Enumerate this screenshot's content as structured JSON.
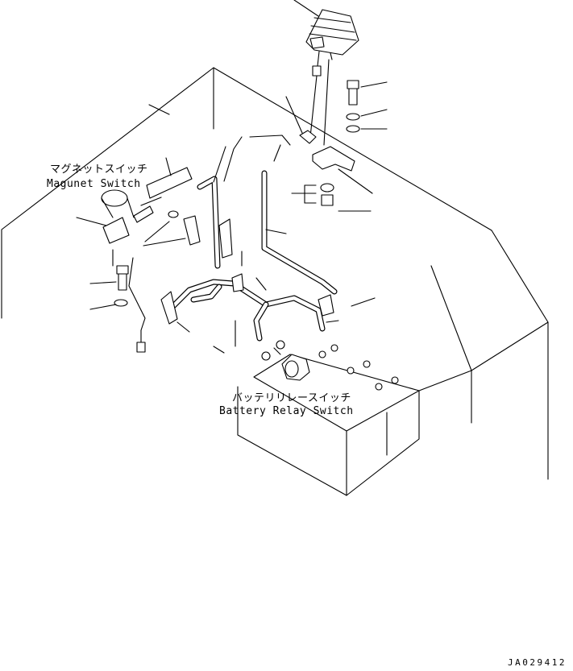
{
  "labels": {
    "magnet_switch_jp": "マグネットスイッチ",
    "magnet_switch_en": "Magunet Switch",
    "battery_relay_switch_jp": "バッテリリレースイッチ",
    "battery_relay_switch_en": "Battery Relay Switch"
  },
  "drawing_number": "JA029412"
}
